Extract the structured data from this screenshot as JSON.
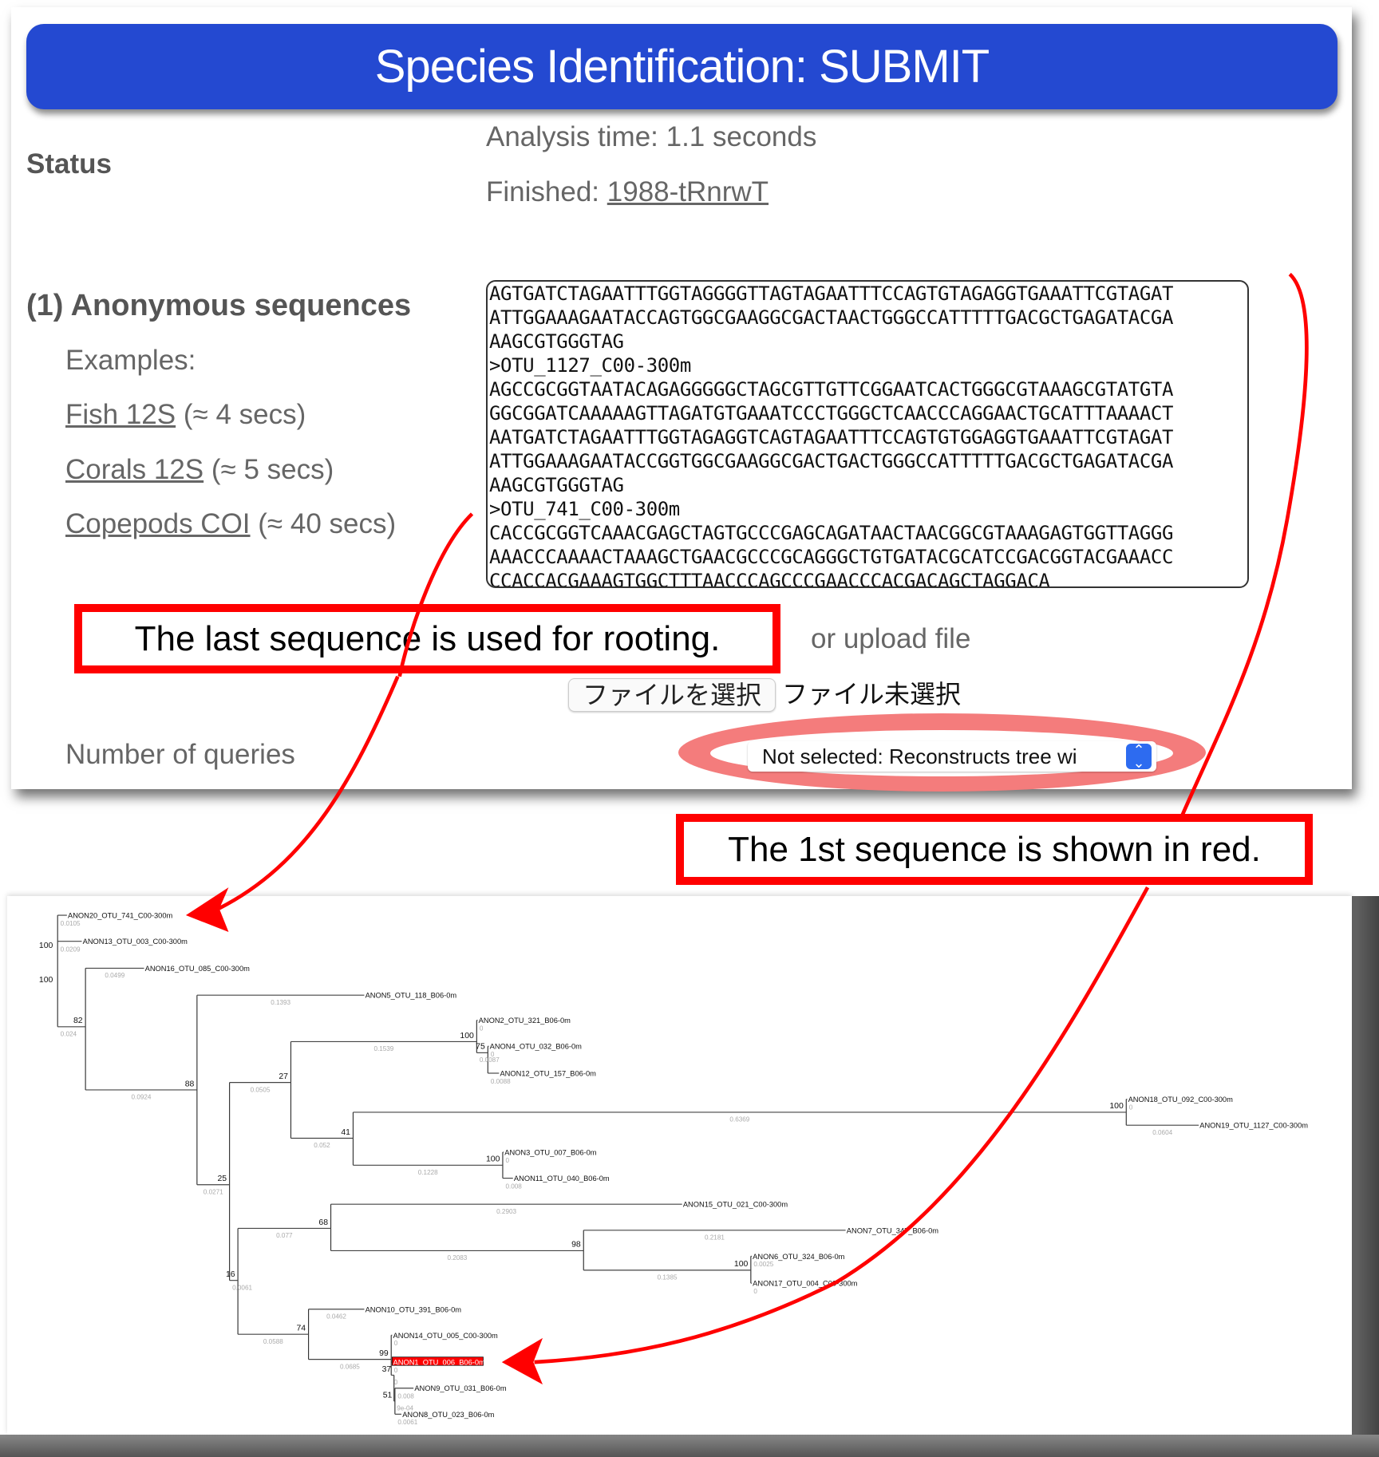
{
  "header": {
    "title": "Species Identification: SUBMIT"
  },
  "status": {
    "label": "Status",
    "analysis_time": "Analysis time: 1.1 seconds",
    "finished_label": "Finished:",
    "finished_link": "1988-tRnrwT"
  },
  "section": {
    "title": "(1) Anonymous sequences",
    "examples_label": "Examples:",
    "examples": [
      {
        "link": "Fish 12S",
        "note": "(≈ 4 secs)"
      },
      {
        "link": "Corals 12S",
        "note": "(≈ 5 secs)"
      },
      {
        "link": "Copepods COI",
        "note": "(≈ 40 secs)"
      }
    ]
  },
  "sequence_text": "AGTGATCTAGAATTTGGTAGGGGTTAGTAGAATTTCCAGTGTAGAGGTGAAATTCGTAGAT\nATTGGAAAGAATACCAGTGGCGAAGGCGACTAACTGGGCCATTTTTGACGCTGAGATACGA\nAAGCGTGGGTAG\n>OTU_1127_C00-300m\nAGCCGCGGTAATACAGAGGGGGCTAGCGTTGTTCGGAATCACTGGGCGTAAAGCGTATGTA\nGGCGGATCAAAAAGTTAGATGTGAAATCCCTGGGCTCAACCCAGGAACTGCATTTAAAACT\nAATGATCTAGAATTTGGTAGAGGTCAGTAGAATTTCCAGTGTGGAGGTGAAATTCGTAGAT\nATTGGAAAGAATACCGGTGGCGAAGGCGACTGACTGGGCCATTTTTGACGCTGAGATACGA\nAAGCGTGGGTAG\n>OTU_741_C00-300m\nCACCGCGGTCAAACGAGCTAGTGCCCGAGCAGATAACTAACGGCGTAAAGAGTGGTTAGGG\nAAACCCAAAACTAAAGCTGAACGCCCGCAGGGCTGTGATACGCATCCGACGGTACGAAACC\nCCACCACGAAAGTGGCTTTAACCCAGCCCGAACCCACGACAGCTAGGACA",
  "upload": {
    "label": "or upload file",
    "button": "ファイルを選択",
    "no_file": "ファイル未選択"
  },
  "queries": {
    "label": "Number of queries",
    "select_value": "Not selected: Reconstructs tree wi",
    "select_icon": "updown-chevron-icon"
  },
  "annotations": {
    "rooting": "The last sequence is used for rooting.",
    "first_red": "The 1st sequence is shown in red."
  },
  "colors": {
    "header": "#2449d1",
    "annotation": "#ff0000",
    "highlight": "#ff0000"
  },
  "tree": {
    "root_supports": [
      "100",
      "100"
    ],
    "branches": [
      {
        "label": "ANON20_OTU_741_C00-300m",
        "length": "0.0105",
        "leaf": true
      },
      {
        "label": "ANON13_OTU_003_C00-300m",
        "length": "0.0209",
        "leaf": true
      },
      {
        "label": "ANON16_OTU_085_C00-300m",
        "length": "0.0499",
        "leaf": true
      },
      {
        "label": "82",
        "length": "0.024"
      },
      {
        "label": "88",
        "length": "0.0924"
      },
      {
        "label": "ANON5_OTU_118_B06-0m",
        "length": "0.1393",
        "leaf": true
      },
      {
        "label": "25",
        "length": "0.0271"
      },
      {
        "label": "27",
        "length": "0.0505"
      },
      {
        "label": "16",
        "length": "0.0061"
      },
      {
        "label": "100",
        "length": "0.1539"
      },
      {
        "label": "41",
        "length": "0.052"
      },
      {
        "label": "ANON2_OTU_321_B06-0m",
        "length": "0",
        "leaf": true
      },
      {
        "label": "75",
        "length": "0.0087"
      },
      {
        "label": "ANON4_OTU_032_B06-0m",
        "length": "0",
        "leaf": true
      },
      {
        "label": "ANON12_OTU_157_B06-0m",
        "length": "0.0088",
        "leaf": true
      },
      {
        "label": "100",
        "length": "0.6369"
      },
      {
        "label": "100",
        "length": "0.1228"
      },
      {
        "label": "ANON18_OTU_092_C00-300m",
        "length": "0",
        "leaf": true
      },
      {
        "label": "ANON19_OTU_1127_C00-300m",
        "length": "0.0604",
        "leaf": true
      },
      {
        "label": "ANON3_OTU_007_B06-0m",
        "length": "0",
        "leaf": true
      },
      {
        "label": "ANON11_OTU_040_B06-0m",
        "length": "0.008",
        "leaf": true
      },
      {
        "label": "68",
        "length": "0.077"
      },
      {
        "label": "74",
        "length": "0.0588"
      },
      {
        "label": "ANON15_OTU_021_C00-300m",
        "length": "0.2903",
        "leaf": true
      },
      {
        "label": "98",
        "length": "0.2083"
      },
      {
        "label": "ANON7_OTU_347_B06-0m",
        "length": "0.2181",
        "leaf": true
      },
      {
        "label": "100",
        "length": "0.1385"
      },
      {
        "label": "ANON6_OTU_324_B06-0m",
        "length": "0.0025",
        "leaf": true
      },
      {
        "label": "ANON17_OTU_004_C00-300m",
        "length": "0",
        "leaf": true
      },
      {
        "label": "ANON10_OTU_391_B06-0m",
        "length": "0.0462",
        "leaf": true
      },
      {
        "label": "99",
        "length": "0.0685"
      },
      {
        "label": "ANON14_OTU_005_C00-300m",
        "length": "0",
        "leaf": true
      },
      {
        "label": "ANON1_OTU_006_B06-0m",
        "length": "0",
        "leaf": true,
        "highlight": true
      },
      {
        "label": "37",
        "length": "0"
      },
      {
        "label": "51",
        "length": "9e-04"
      },
      {
        "label": "ANON9_OTU_031_B06-0m",
        "length": "0.008",
        "leaf": true
      },
      {
        "label": "ANON8_OTU_023_B06-0m",
        "length": "0.0061",
        "leaf": true
      }
    ]
  }
}
